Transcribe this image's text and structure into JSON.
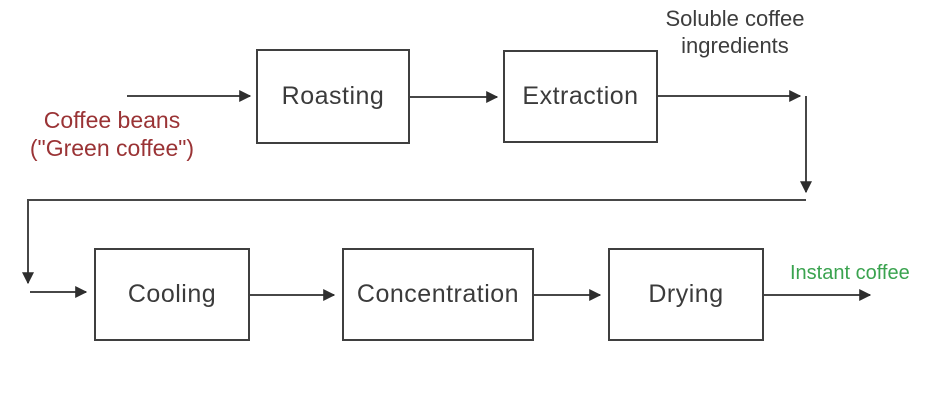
{
  "diagram": {
    "type": "process-flowchart",
    "subject": "Instant coffee production process",
    "boxes": [
      {
        "label": "Roasting"
      },
      {
        "label": "Extraction"
      },
      {
        "label": "Cooling"
      },
      {
        "label": "Concentration"
      },
      {
        "label": "Drying"
      }
    ],
    "annotations": {
      "input_line1": "Coffee beans",
      "input_line2": "(\"Green coffee\")",
      "intermediate_line1": "Soluble coffee",
      "intermediate_line2": "ingredients",
      "output": "Instant coffee"
    },
    "flow": [
      "Coffee beans (\"Green coffee\") -> Roasting",
      "Roasting -> Extraction",
      "Extraction -> Soluble coffee ingredients (carried down and across)",
      "-> Cooling",
      "Cooling -> Concentration",
      "Concentration -> Drying",
      "Drying -> Instant coffee"
    ],
    "colors": {
      "background": "#ffffff",
      "box_border": "#3f3f3f",
      "box_text": "#3b3b3b",
      "line": "#474747",
      "arrowhead": "#2e2e2e",
      "input_label": "#9a3335",
      "intermediate_label": "#3d3d3d",
      "output_label": "#3aa34f"
    }
  }
}
